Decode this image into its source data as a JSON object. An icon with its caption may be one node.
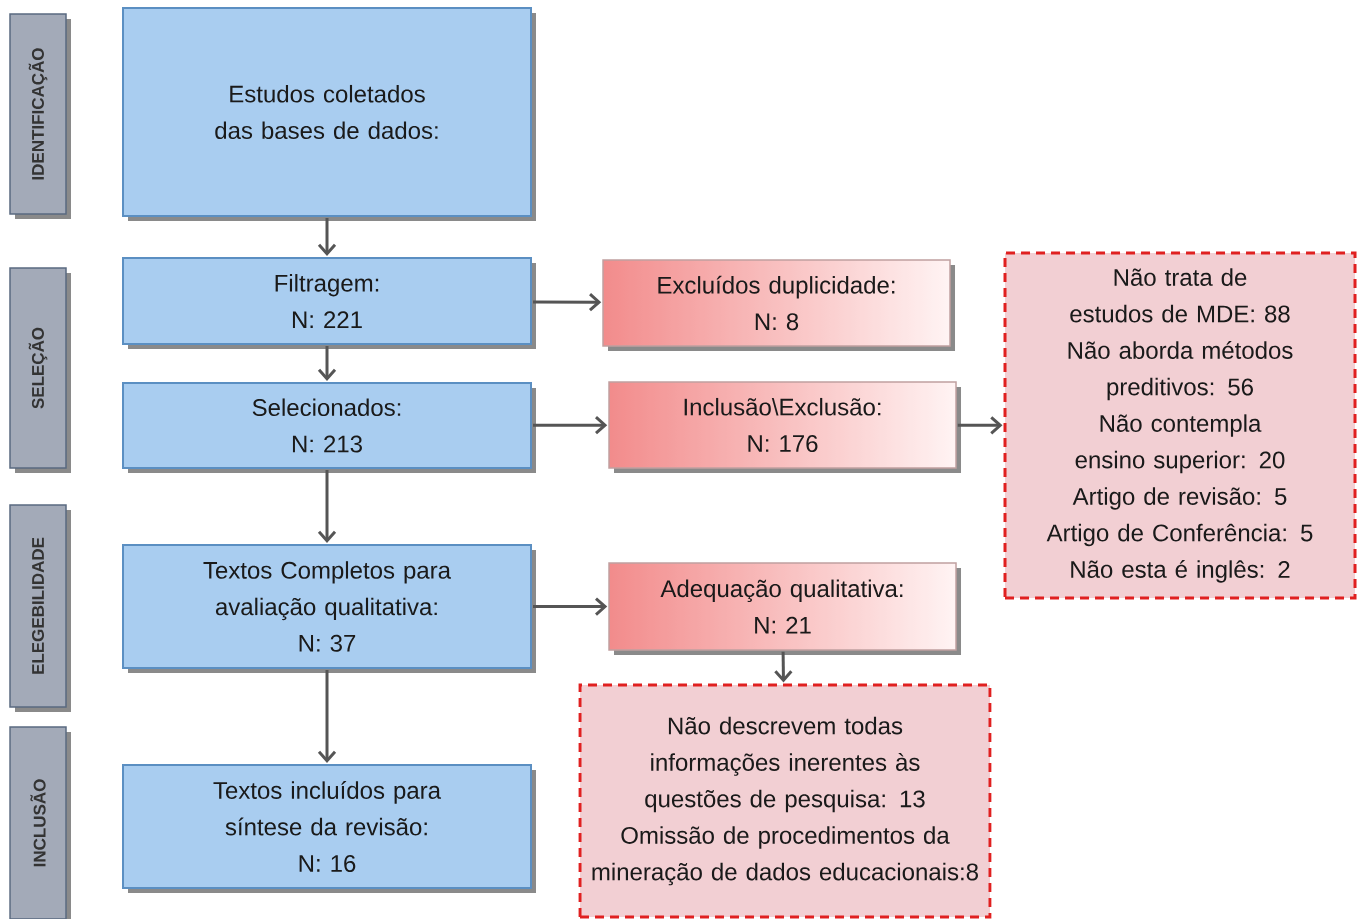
{
  "diagram": {
    "nodes": [
      {
        "text": [
          "IDENTIFICAÇÃO"
        ]
      },
      {
        "text": [
          "Estudos coletados das bases de dados:"
        ]
      },
      {
        "text": [
          "SELEÇÃO"
        ]
      },
      {
        "text": [
          "Filtragem:",
          "N: 221"
        ]
      },
      {
        "text": [
          "Excluídos duplicidade:",
          "N: 8"
        ]
      },
      {
        "text": [
          "Não trata de estudos de MDE: 88",
          "Não aborda métodos preditivos: 56",
          "Não contempla ensino superior: 20",
          "Artigo de revisão: 5",
          "Artigo de Conferência: 5",
          "Não esta é inglês: 2"
        ]
      },
      {
        "text": [
          "Selecionados:",
          "N: 213"
        ]
      },
      {
        "text": [
          "Inclusão\\Exclusão:",
          "N: 176"
        ]
      },
      {
        "text": [
          "ELEGEBILIDADE"
        ]
      },
      {
        "text": [
          "Textos Completos para avaliação qualitativa:",
          "N: 37"
        ]
      },
      {
        "text": [
          "Adequação qualitativa:",
          "N: 21"
        ]
      },
      {
        "text": [
          "Não descrevem todas informações inerentes às questões de pesquisa: 13",
          "Omissão de procedimentos da mineração de dados educacionais:8"
        ]
      },
      {
        "text": [
          "INCLUSÃO"
        ]
      },
      {
        "text": [
          "Textos incluídos para síntese da revisão:",
          "N: 16"
        ]
      }
    ],
    "edges": [
      {
        "from": 1,
        "to": 3,
        "arrow": "to"
      },
      {
        "from": 3,
        "to": 4,
        "arrow": "to"
      },
      {
        "from": 3,
        "to": 6,
        "arrow": "to"
      },
      {
        "from": 6,
        "to": 7,
        "arrow": "to"
      },
      {
        "from": 7,
        "to": 5,
        "arrow": "to"
      },
      {
        "from": 6,
        "to": 9,
        "arrow": "to"
      },
      {
        "from": 9,
        "to": 10,
        "arrow": "to"
      },
      {
        "from": 10,
        "to": 11,
        "arrow": "to"
      },
      {
        "from": 9,
        "to": 13,
        "arrow": "to"
      }
    ]
  }
}
